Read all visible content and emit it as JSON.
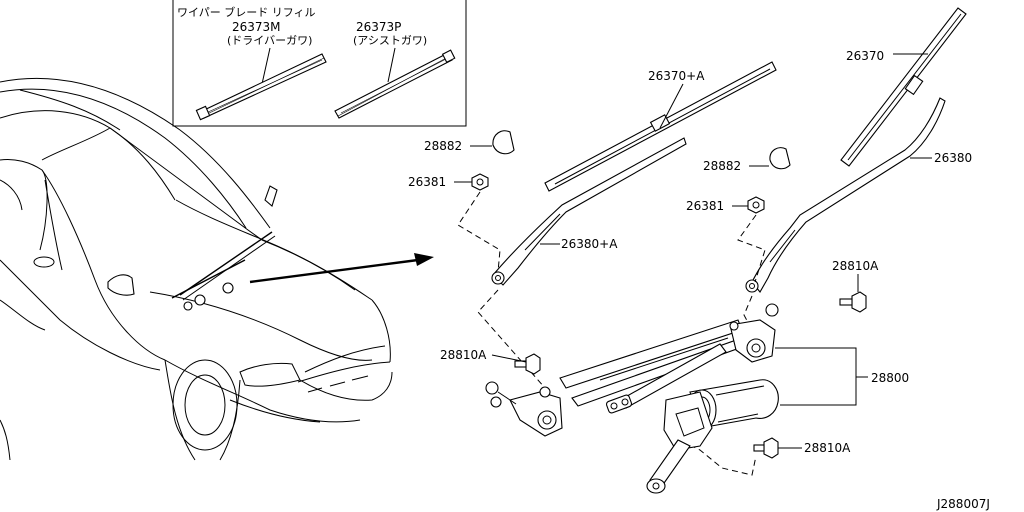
{
  "inset": {
    "title": "ワイパー ブレード リフィル",
    "refill_driver_part": "26373M",
    "refill_driver_desc": "(ドライバーガワ)",
    "refill_assist_part": "26373P",
    "refill_assist_desc": "(アシストガワ)"
  },
  "callouts": {
    "blade_assist": "26370+A",
    "blade_driver": "26370",
    "cap_left": "28882",
    "nut_left": "26381",
    "arm_assist": "26380+A",
    "cap_right": "28882",
    "nut_right": "26381",
    "arm_driver": "26380",
    "bolt_top": "28810A",
    "bolt_left": "28810A",
    "motor_assembly": "28800",
    "bolt_bottom": "28810A"
  },
  "diagram_id": "J288007J"
}
